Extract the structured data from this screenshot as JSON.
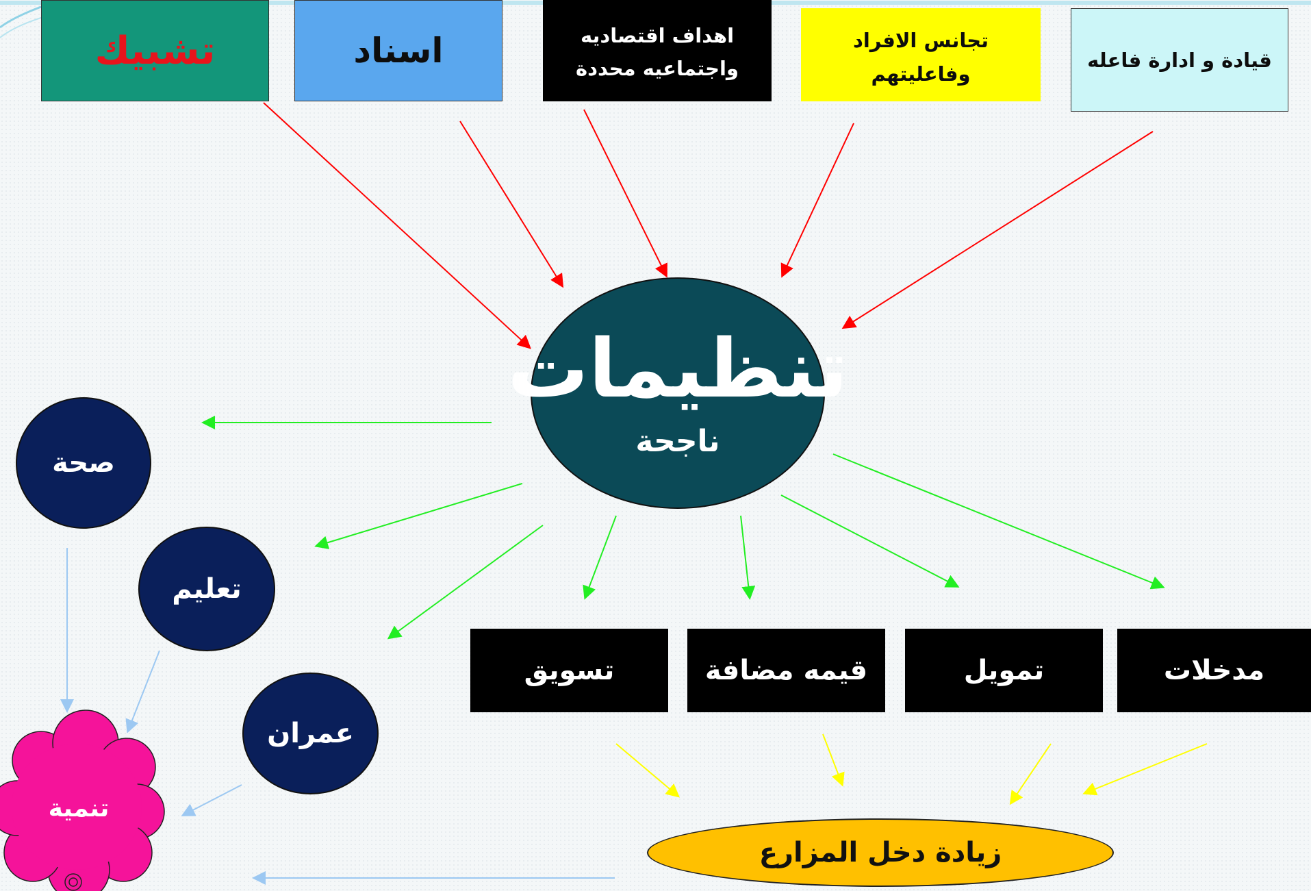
{
  "diagram": {
    "top_boxes": [
      {
        "id": "networking",
        "text": "تشبيك",
        "bg": "#13967a",
        "color": "#e8141c"
      },
      {
        "id": "support",
        "text": "اسناد",
        "bg": "#5aa7ee",
        "color": "#0d0d0d"
      },
      {
        "id": "goals",
        "line1": "اهداف اقتصاديه",
        "line2": "واجتماعيه محددة",
        "bg": "#000000",
        "color": "#ffffff"
      },
      {
        "id": "homogeneity",
        "line1": "تجانس الافراد",
        "line2": "وفاعليتهم",
        "bg": "#ffff00",
        "color": "#0d0d0d"
      },
      {
        "id": "leadership",
        "text": "قيادة و ادارة فاعله",
        "bg": "#ccf6f8",
        "color": "#0d0d0d"
      }
    ],
    "center": {
      "title": "تنظيمات",
      "subtitle": "ناجحة",
      "bg": "#0b4a57"
    },
    "left_circles": [
      {
        "id": "health",
        "text": "صحة"
      },
      {
        "id": "education",
        "text": "تعليم"
      },
      {
        "id": "urbanization",
        "text": "عمران"
      }
    ],
    "development": {
      "text": "تنمية",
      "bg": "#f5139a"
    },
    "bottom_boxes": [
      {
        "id": "marketing",
        "text": "تسويق"
      },
      {
        "id": "value-added",
        "text": "قيمه مضافة"
      },
      {
        "id": "financing",
        "text": "تمويل"
      },
      {
        "id": "inputs",
        "text": "مدخلات"
      }
    ],
    "income": {
      "text": "زيادة دخل المزارع",
      "bg": "#ffc000"
    },
    "colors": {
      "arrow_input": "#ff0000",
      "arrow_output": "#22ee22",
      "arrow_income": "#ffff00",
      "arrow_development": "#9cc8f2",
      "circle_fill": "#0a1f5a",
      "box_black": "#000000"
    }
  }
}
